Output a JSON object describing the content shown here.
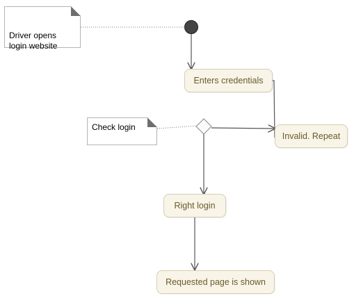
{
  "notes": {
    "start_note": "Driver opens\nlogin website",
    "check_note": "Check login"
  },
  "actions": {
    "enters_credentials": "Enters credentials",
    "invalid_repeat": "Invalid. Repeat",
    "right_login": "Right login",
    "requested_page": "Requested page is shown"
  },
  "colors": {
    "action_fill": "#f8f4e8",
    "action_border": "#d7cdb4",
    "action_text": "#6b5a2a",
    "initial_node": "#444444",
    "edge": "#555555",
    "note_border": "#b4b4b4"
  }
}
